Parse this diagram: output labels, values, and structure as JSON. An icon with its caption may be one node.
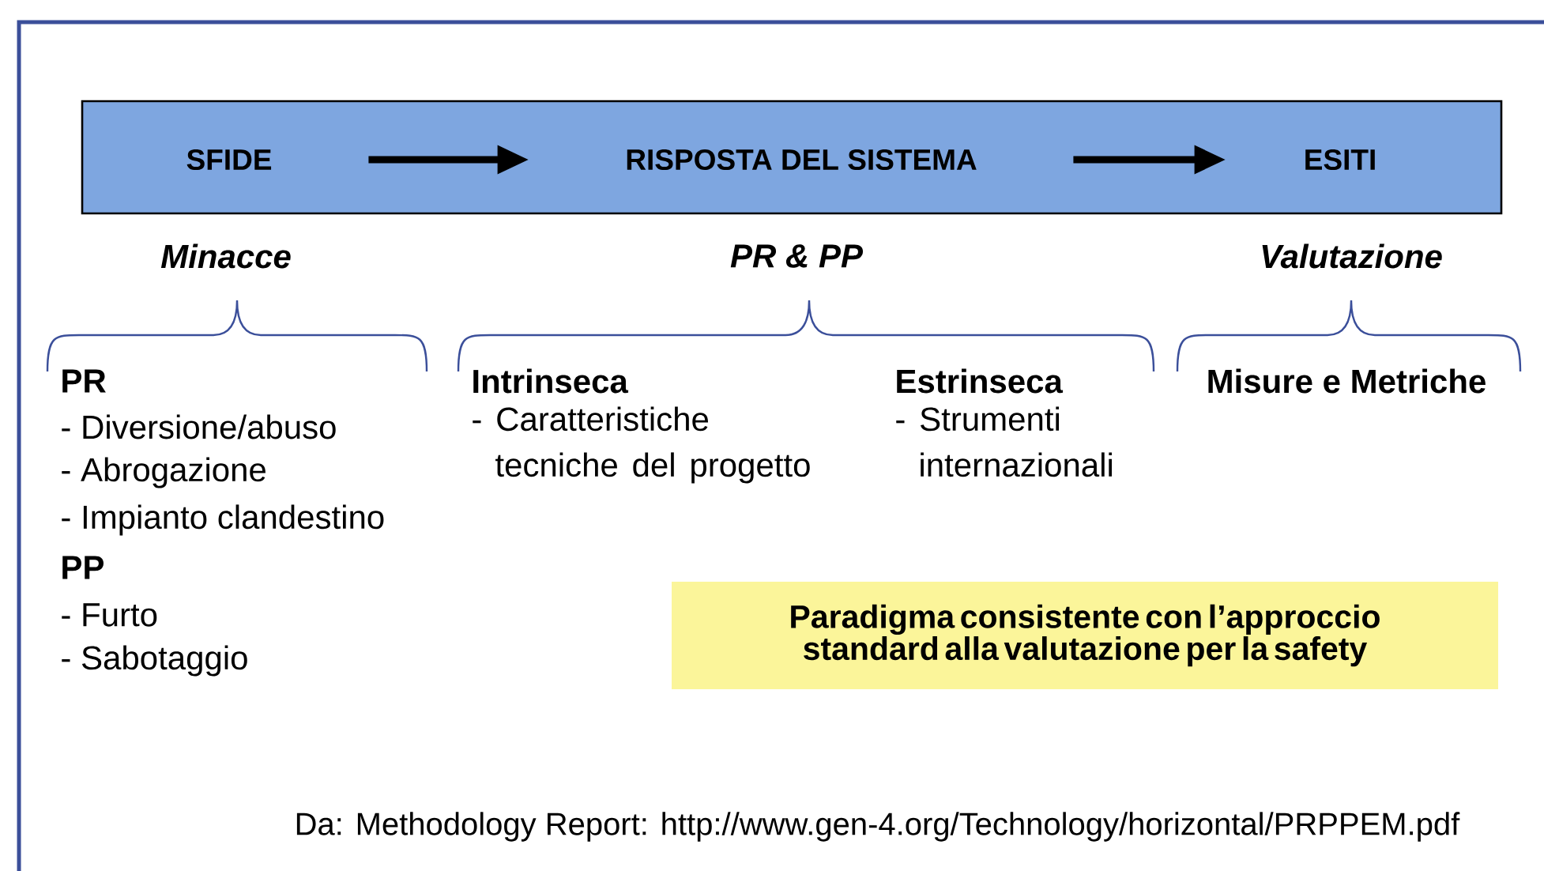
{
  "diagram": {
    "caption": "Da: Methodology Report: http://www.gen-4.org/Technology/horizontal/PRPPEM.pdf",
    "nodes": [
      {
        "text": [],
        "shape": "bar"
      },
      {
        "text": [
          "SFIDE"
        ],
        "in": 0
      },
      {
        "text": [
          "RISPOSTA DEL SISTEMA"
        ],
        "in": 0
      },
      {
        "text": [
          "ESITI"
        ],
        "in": 0
      },
      {
        "text": [
          "Paradigma consistente con l’approccio standard alla valutazione per la safety"
        ]
      }
    ],
    "edges": [
      {
        "from": 1,
        "to": 2,
        "arrow": "to"
      },
      {
        "from": 2,
        "to": 3,
        "arrow": "to"
      }
    ],
    "labels": [
      "Minacce",
      "PR & PP",
      "Valutazione",
      "PR",
      "- Diversione/abuso",
      "- Abrogazione",
      "- Impianto clandestino",
      "PP",
      "- Furto",
      "- Sabotaggio",
      "Intrinseca",
      "- Caratteristiche tecniche del progetto",
      "Estrinseca",
      "- Strumenti internazionali",
      "Misure e Metriche"
    ]
  }
}
